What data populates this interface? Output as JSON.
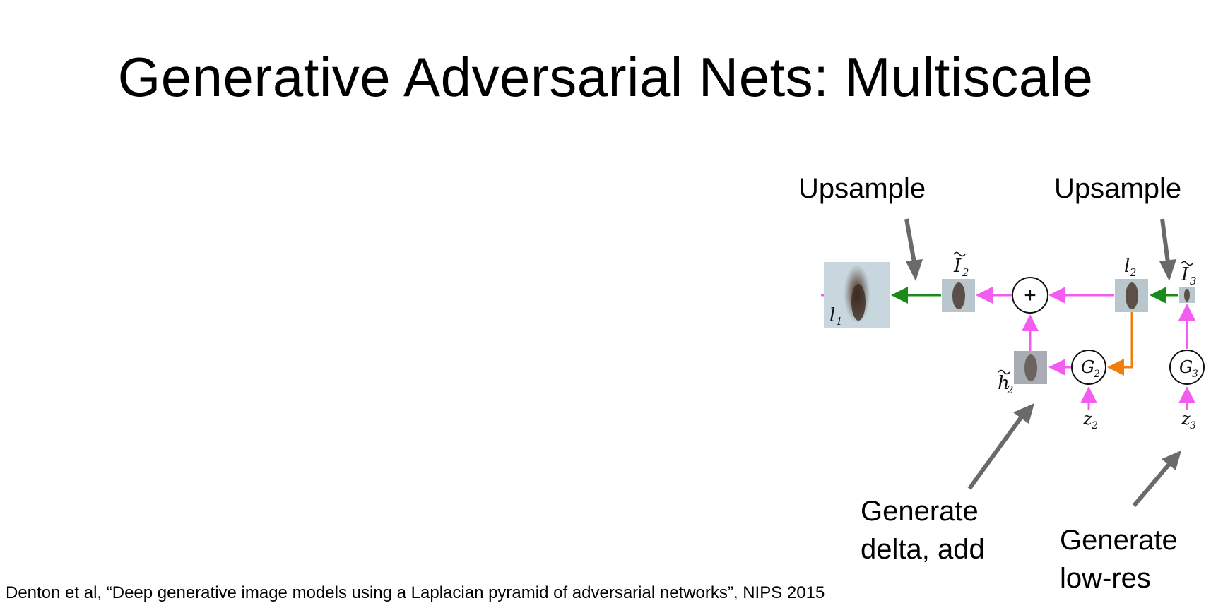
{
  "slide": {
    "title": "Generative Adversarial Nets: Multiscale",
    "citation": "Denton et al, “Deep generative image models using a Laplacian pyramid of adversarial networks”, NIPS 2015"
  },
  "callouts": {
    "upsample_left": "Upsample",
    "upsample_right": "Upsample",
    "generate_delta_line1": "Generate",
    "generate_delta_line2": "delta, add",
    "generate_lowres_line1": "Generate",
    "generate_lowres_line2": "low-res"
  },
  "diagram": {
    "labels": {
      "l1": "l",
      "l1_sub": "1",
      "I2": "I",
      "I2_sub": "2",
      "l2": "l",
      "l2_sub": "2",
      "I3": "I",
      "I3_sub": "3",
      "h2": "h",
      "h2_sub": "2",
      "G2": "G",
      "G2_sub": "2",
      "G3": "G",
      "G3_sub": "3",
      "z2": "z",
      "z2_sub": "2",
      "z3": "z",
      "z3_sub": "3",
      "plus": "+"
    },
    "colors": {
      "magenta": "#f25cf0",
      "green": "#1a8a1a",
      "orange": "#f07d10",
      "callout_arrow": "#6a6a6a"
    }
  }
}
